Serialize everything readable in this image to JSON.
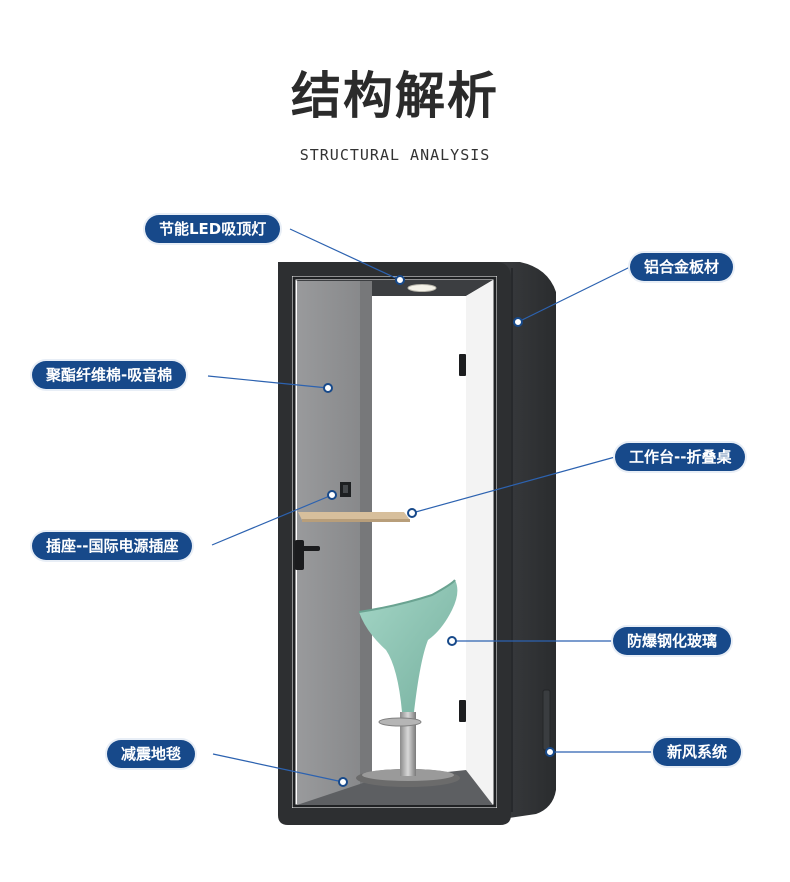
{
  "title": "结构解析",
  "subtitle": "STRUCTURAL ANALYSIS",
  "labels": {
    "led_light": "节能LED吸顶灯",
    "aluminum_panel": "铝合金板材",
    "acoustic_cotton": "聚酯纤维棉-吸音棉",
    "folding_desk": "工作台--折叠桌",
    "power_socket": "插座--国际电源插座",
    "tempered_glass": "防爆钢化玻璃",
    "floor_carpet": "减震地毯",
    "ventilation": "新风系统"
  },
  "colors": {
    "label_bg": "#17498a",
    "pointer_line": "#2c62b0",
    "booth_frame": "#2d2f31",
    "felt": "#8d8e90",
    "chair_seat": "#8fc7b6",
    "desk": "#d7bf9c"
  }
}
